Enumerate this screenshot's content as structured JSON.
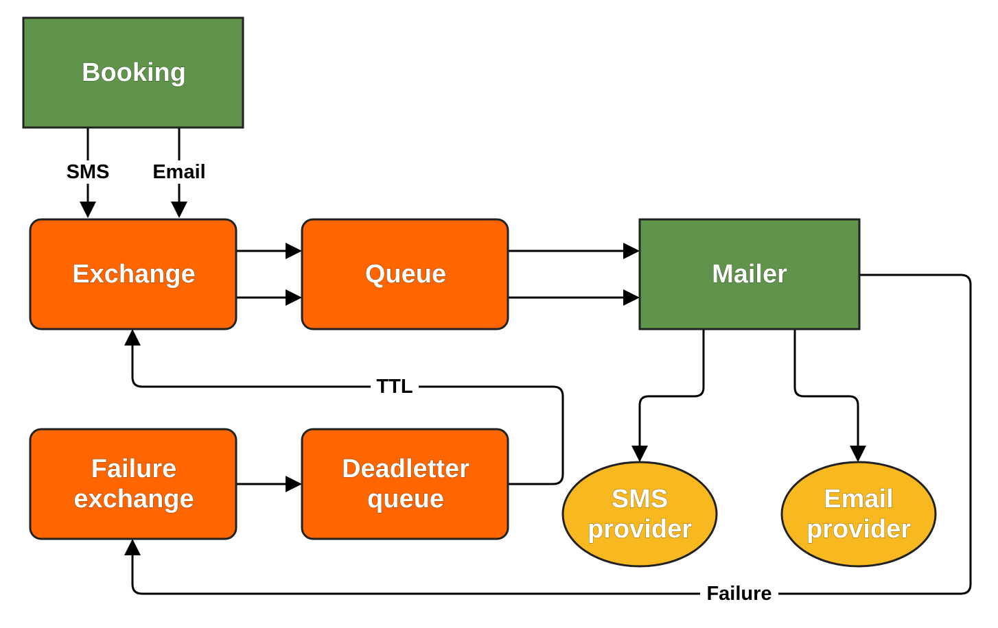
{
  "colors": {
    "green": "#5f944a",
    "orange": "#ff6600",
    "yellow": "#f8b81f",
    "line": "#000000"
  },
  "nodes": {
    "booking": {
      "label": "Booking",
      "shape": "rectangle",
      "color": "green"
    },
    "exchange": {
      "label": "Exchange",
      "shape": "rounded-rectangle",
      "color": "orange"
    },
    "queue": {
      "label": "Queue",
      "shape": "rounded-rectangle",
      "color": "orange"
    },
    "mailer": {
      "label": "Mailer",
      "shape": "rectangle",
      "color": "green"
    },
    "failure_exchange": {
      "label_lines": [
        "Failure",
        "exchange"
      ],
      "shape": "rounded-rectangle",
      "color": "orange"
    },
    "deadletter_queue": {
      "label_lines": [
        "Deadletter",
        "queue"
      ],
      "shape": "rounded-rectangle",
      "color": "orange"
    },
    "sms_provider": {
      "label_lines": [
        "SMS",
        "provider"
      ],
      "shape": "ellipse",
      "color": "yellow"
    },
    "email_provider": {
      "label_lines": [
        "Email",
        "provider"
      ],
      "shape": "ellipse",
      "color": "yellow"
    }
  },
  "edges": {
    "sms": {
      "from": "Booking",
      "to": "Exchange",
      "label": "SMS"
    },
    "email": {
      "from": "Booking",
      "to": "Exchange",
      "label": "Email"
    },
    "ttl": {
      "from": "Deadletter queue",
      "to": "Exchange",
      "label": "TTL"
    },
    "failure": {
      "from": "Mailer",
      "to": "Failure exchange",
      "label": "Failure"
    },
    "exchange_queue": {
      "from": "Exchange",
      "to": "Queue",
      "count": 2
    },
    "queue_mailer": {
      "from": "Queue",
      "to": "Mailer",
      "count": 2
    },
    "mailer_sms_provider": {
      "from": "Mailer",
      "to": "SMS provider"
    },
    "mailer_email_provider": {
      "from": "Mailer",
      "to": "Email provider"
    },
    "failure_exchange_deadletter": {
      "from": "Failure exchange",
      "to": "Deadletter queue"
    }
  }
}
